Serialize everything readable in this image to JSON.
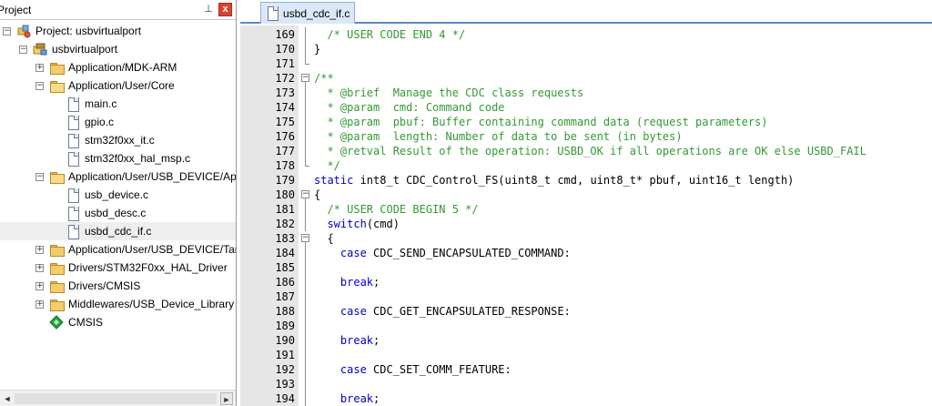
{
  "project_panel": {
    "title": "Project",
    "pin_glyph": "⊥",
    "close_glyph": "x"
  },
  "tree": [
    {
      "label": "Project: usbvirtualport",
      "icon": "project-icon",
      "depth": 0,
      "expander": "⊟"
    },
    {
      "label": "usbvirtualport",
      "icon": "target-icon",
      "depth": 1,
      "expander": "⊟"
    },
    {
      "label": "Application/MDK-ARM",
      "icon": "folder-icon",
      "depth": 2,
      "expander": "⊞"
    },
    {
      "label": "Application/User/Core",
      "icon": "folder-open-icon",
      "depth": 2,
      "expander": "⊟"
    },
    {
      "label": "main.c",
      "icon": "file-icon",
      "depth": 3,
      "expander": ""
    },
    {
      "label": "gpio.c",
      "icon": "file-icon",
      "depth": 3,
      "expander": ""
    },
    {
      "label": "stm32f0xx_it.c",
      "icon": "file-icon",
      "depth": 3,
      "expander": ""
    },
    {
      "label": "stm32f0xx_hal_msp.c",
      "icon": "file-icon",
      "depth": 3,
      "expander": ""
    },
    {
      "label": "Application/User/USB_DEVICE/App",
      "icon": "folder-open-icon",
      "depth": 2,
      "expander": "⊟"
    },
    {
      "label": "usb_device.c",
      "icon": "file-icon",
      "depth": 3,
      "expander": ""
    },
    {
      "label": "usbd_desc.c",
      "icon": "file-icon",
      "depth": 3,
      "expander": ""
    },
    {
      "label": "usbd_cdc_if.c",
      "icon": "file-icon",
      "depth": 3,
      "expander": "",
      "selected": true
    },
    {
      "label": "Application/User/USB_DEVICE/Targ",
      "icon": "folder-icon",
      "depth": 2,
      "expander": "⊞"
    },
    {
      "label": "Drivers/STM32F0xx_HAL_Driver",
      "icon": "folder-icon",
      "depth": 2,
      "expander": "⊞"
    },
    {
      "label": "Drivers/CMSIS",
      "icon": "folder-icon",
      "depth": 2,
      "expander": "⊞"
    },
    {
      "label": "Middlewares/USB_Device_Library",
      "icon": "folder-icon",
      "depth": 2,
      "expander": "⊞"
    },
    {
      "label": "CMSIS",
      "icon": "cmsis-icon",
      "depth": 2,
      "expander": ""
    }
  ],
  "scrollbar": {
    "left_glyph": "◄",
    "right_glyph": "►"
  },
  "editor": {
    "tab_label": "usbd_cdc_if.c",
    "colors": {
      "comment": "#339a33",
      "keyword": "#0000c8",
      "text": "#000000"
    },
    "lines": [
      {
        "n": "169",
        "fold": "line",
        "tokens": [
          {
            "t": "  "
          },
          {
            "t": "/* USER CODE END 4 */",
            "c": "comment"
          }
        ]
      },
      {
        "n": "170",
        "fold": "line",
        "tokens": [
          {
            "t": "}"
          }
        ]
      },
      {
        "n": "171",
        "fold": "end",
        "tokens": []
      },
      {
        "n": "172",
        "fold": "box",
        "tokens": [
          {
            "t": "/**",
            "c": "comment"
          }
        ]
      },
      {
        "n": "173",
        "fold": "line",
        "tokens": [
          {
            "t": "  * @brief  Manage the CDC class requests",
            "c": "comment"
          }
        ]
      },
      {
        "n": "174",
        "fold": "line",
        "tokens": [
          {
            "t": "  * @param  cmd: Command code",
            "c": "comment"
          }
        ]
      },
      {
        "n": "175",
        "fold": "line",
        "tokens": [
          {
            "t": "  * @param  pbuf: Buffer containing command data (request parameters)",
            "c": "comment"
          }
        ]
      },
      {
        "n": "176",
        "fold": "line",
        "tokens": [
          {
            "t": "  * @param  length: Number of data to be sent (in bytes)",
            "c": "comment"
          }
        ]
      },
      {
        "n": "177",
        "fold": "line",
        "tokens": [
          {
            "t": "  * @retval Result of the operation: USBD_OK if all operations are OK else USBD_FAIL",
            "c": "comment"
          }
        ]
      },
      {
        "n": "178",
        "fold": "end",
        "tokens": [
          {
            "t": "  */",
            "c": "comment"
          }
        ]
      },
      {
        "n": "179",
        "fold": "",
        "tokens": [
          {
            "t": "static",
            "c": "keyword"
          },
          {
            "t": " int8_t CDC_Control_FS(uint8_t cmd, uint8_t* pbuf, uint16_t length)"
          }
        ]
      },
      {
        "n": "180",
        "fold": "box",
        "tokens": [
          {
            "t": "{"
          }
        ]
      },
      {
        "n": "181",
        "fold": "line",
        "tokens": [
          {
            "t": "  "
          },
          {
            "t": "/* USER CODE BEGIN 5 */",
            "c": "comment"
          }
        ]
      },
      {
        "n": "182",
        "fold": "line",
        "tokens": [
          {
            "t": "  "
          },
          {
            "t": "switch",
            "c": "keyword"
          },
          {
            "t": "(cmd)"
          }
        ]
      },
      {
        "n": "183",
        "fold": "box",
        "tokens": [
          {
            "t": "  {"
          }
        ]
      },
      {
        "n": "184",
        "fold": "line",
        "tokens": [
          {
            "t": "    "
          },
          {
            "t": "case",
            "c": "keyword"
          },
          {
            "t": " CDC_SEND_ENCAPSULATED_COMMAND:"
          }
        ]
      },
      {
        "n": "185",
        "fold": "line",
        "tokens": []
      },
      {
        "n": "186",
        "fold": "line",
        "tokens": [
          {
            "t": "    "
          },
          {
            "t": "break",
            "c": "keyword"
          },
          {
            "t": ";"
          }
        ]
      },
      {
        "n": "187",
        "fold": "line",
        "tokens": []
      },
      {
        "n": "188",
        "fold": "line",
        "tokens": [
          {
            "t": "    "
          },
          {
            "t": "case",
            "c": "keyword"
          },
          {
            "t": " CDC_GET_ENCAPSULATED_RESPONSE:"
          }
        ]
      },
      {
        "n": "189",
        "fold": "line",
        "tokens": []
      },
      {
        "n": "190",
        "fold": "line",
        "tokens": [
          {
            "t": "    "
          },
          {
            "t": "break",
            "c": "keyword"
          },
          {
            "t": ";"
          }
        ]
      },
      {
        "n": "191",
        "fold": "line",
        "tokens": []
      },
      {
        "n": "192",
        "fold": "line",
        "tokens": [
          {
            "t": "    "
          },
          {
            "t": "case",
            "c": "keyword"
          },
          {
            "t": " CDC_SET_COMM_FEATURE:"
          }
        ]
      },
      {
        "n": "193",
        "fold": "line",
        "tokens": []
      },
      {
        "n": "194",
        "fold": "line",
        "tokens": [
          {
            "t": "    "
          },
          {
            "t": "break",
            "c": "keyword"
          },
          {
            "t": ";"
          }
        ]
      }
    ]
  }
}
